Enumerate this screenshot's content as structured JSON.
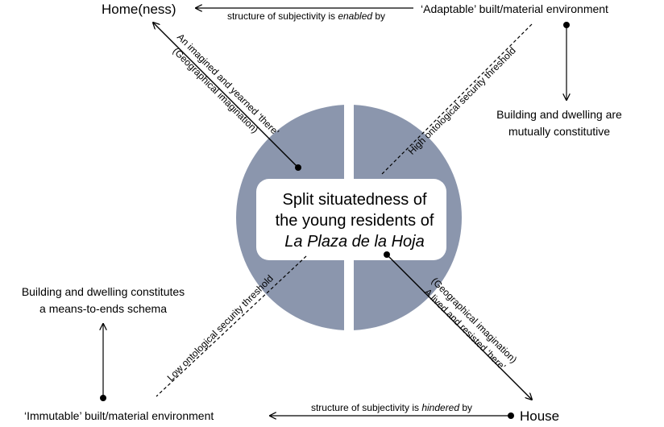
{
  "nodes": {
    "homeness": "Home(ness)",
    "house": "House",
    "adaptable": "‘Adaptable’ built/material environment",
    "immutable": "‘Immutable’ built/material environment",
    "mutual_line1": "Building and dwelling are",
    "mutual_line2": "mutually constitutive",
    "meansends_line1": "Building and dwelling constitutes",
    "meansends_line2": "a means-to-ends schema"
  },
  "top_arrow": {
    "prefix": "structure of subjectivity is ",
    "emphasis": "enabled",
    "suffix": " by"
  },
  "bottom_arrow": {
    "prefix": "structure of subjectivity is ",
    "emphasis": "hindered",
    "suffix": " by"
  },
  "center": {
    "line1": "Split situatedness of",
    "line2": "the young residents of",
    "line3": "La Plaza de la Hoja"
  },
  "diagonals": {
    "upper_left_line1": "An imagined and yearned ‘there’",
    "upper_left_line2": "(Geographical imagination)",
    "lower_right_line1": "(Geographical imagination)",
    "lower_right_line2": "A lived and resisted ‘here’",
    "high_threshold": "High ontological security threshold",
    "low_threshold": "Low ontological security threshold"
  },
  "colors": {
    "circle_fill": "#8b96ad",
    "box_fill": "#ffffff",
    "line": "#000000"
  }
}
